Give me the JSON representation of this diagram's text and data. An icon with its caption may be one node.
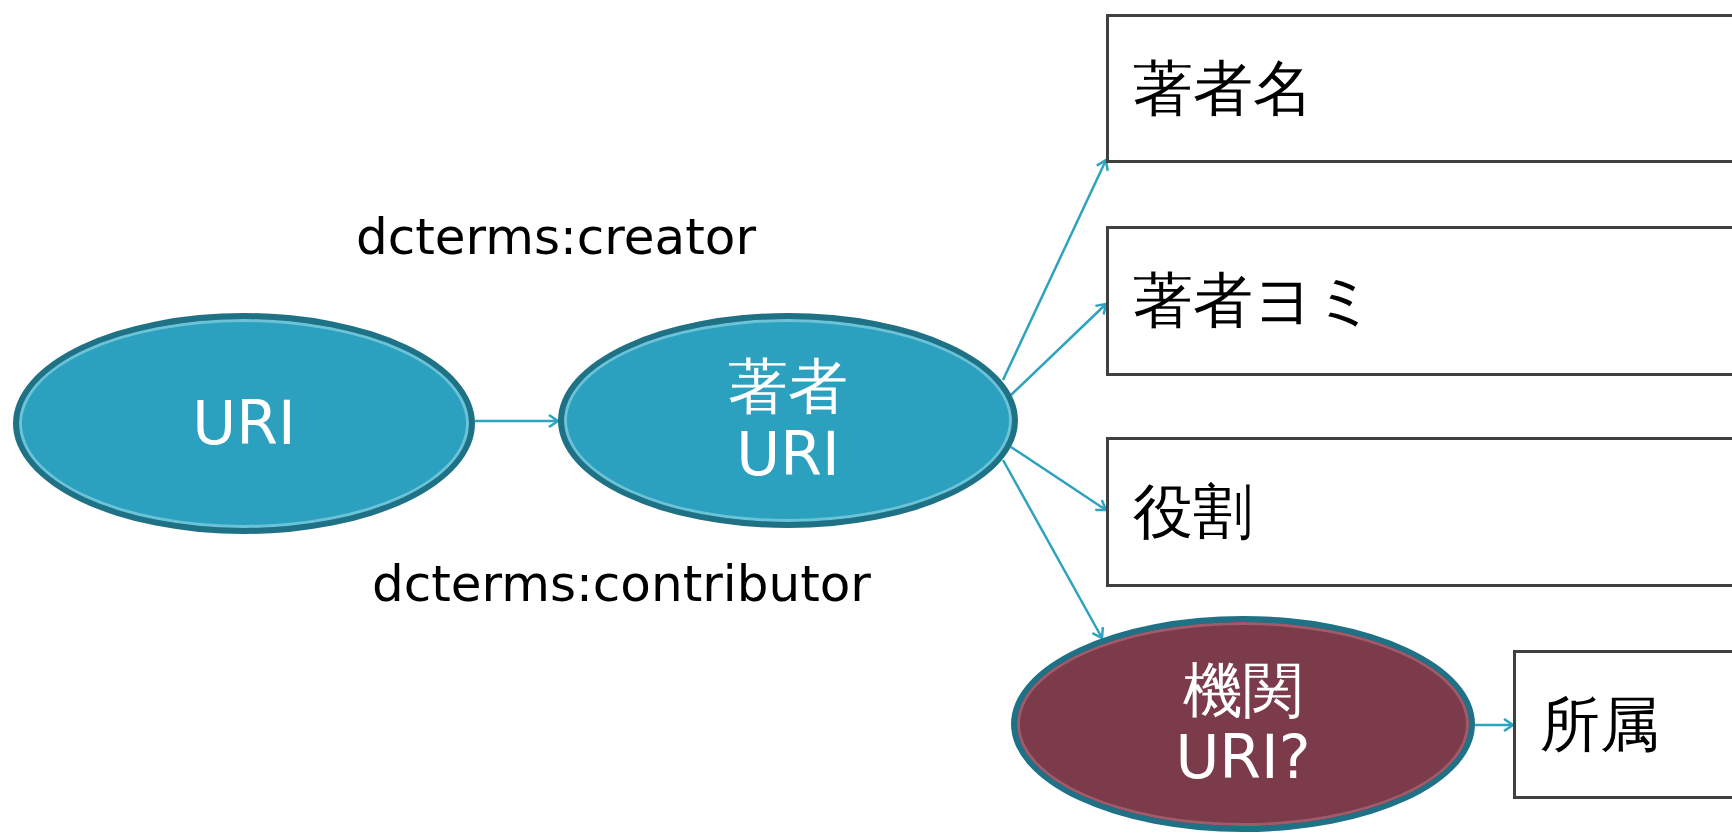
{
  "diagram": {
    "nodes": [
      {
        "text": [
          "URI"
        ]
      },
      {
        "text": [
          "著者 URI"
        ]
      },
      {
        "text": [
          "著者名"
        ]
      },
      {
        "text": [
          "著者ヨミ"
        ]
      },
      {
        "text": [
          "役割"
        ]
      },
      {
        "text": [
          "機関 URI?"
        ]
      },
      {
        "text": [
          "所属"
        ]
      }
    ],
    "edges": [
      {
        "from": 0,
        "to": 1,
        "arrow": "to"
      },
      {
        "from": 1,
        "to": 2,
        "arrow": "to"
      },
      {
        "from": 1,
        "to": 3,
        "arrow": "to"
      },
      {
        "from": 1,
        "to": 4,
        "arrow": "to"
      },
      {
        "from": 1,
        "to": 5,
        "arrow": "to"
      },
      {
        "from": 5,
        "to": 6,
        "arrow": "to"
      }
    ],
    "labels": [
      "dcterms:creator",
      "dcterms:contributor"
    ]
  }
}
